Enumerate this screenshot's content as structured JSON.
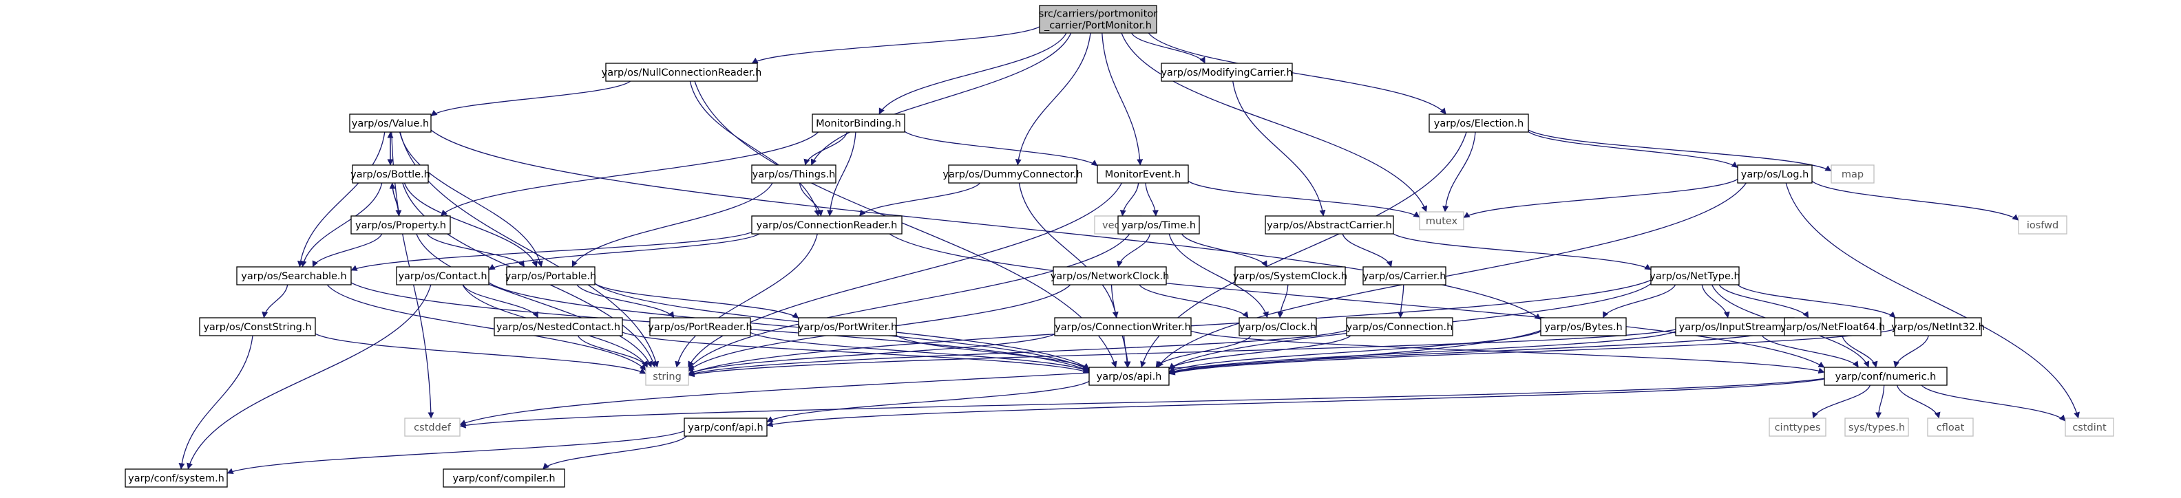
{
  "colors": {
    "edge": "#191970",
    "box_border": "#000000",
    "box_fill": "#ffffff",
    "root_fill": "#bfbfbf",
    "external_border": "#bfbfbf",
    "external_text": "#555555"
  },
  "nodes": [
    {
      "id": "root",
      "lines": [
        "src/carriers/portmonitor",
        "_carrier/PortMonitor.h"
      ],
      "kind": "root"
    },
    {
      "id": "ncr",
      "lines": [
        "yarp/os/NullConnectionReader.h"
      ],
      "kind": "file"
    },
    {
      "id": "mcar",
      "lines": [
        "yarp/os/ModifyingCarrier.h"
      ],
      "kind": "file"
    },
    {
      "id": "value",
      "lines": [
        "yarp/os/Value.h"
      ],
      "kind": "file"
    },
    {
      "id": "mbind",
      "lines": [
        "MonitorBinding.h"
      ],
      "kind": "file"
    },
    {
      "id": "elect",
      "lines": [
        "yarp/os/Election.h"
      ],
      "kind": "file"
    },
    {
      "id": "bottle",
      "lines": [
        "yarp/os/Bottle.h"
      ],
      "kind": "file"
    },
    {
      "id": "things",
      "lines": [
        "yarp/os/Things.h"
      ],
      "kind": "file"
    },
    {
      "id": "dummy",
      "lines": [
        "yarp/os/DummyConnector.h"
      ],
      "kind": "file"
    },
    {
      "id": "mevent",
      "lines": [
        "MonitorEvent.h"
      ],
      "kind": "file"
    },
    {
      "id": "log",
      "lines": [
        "yarp/os/Log.h"
      ],
      "kind": "file"
    },
    {
      "id": "map",
      "lines": [
        "map"
      ],
      "kind": "ext"
    },
    {
      "id": "prop",
      "lines": [
        "yarp/os/Property.h"
      ],
      "kind": "file"
    },
    {
      "id": "cread",
      "lines": [
        "yarp/os/ConnectionReader.h"
      ],
      "kind": "file"
    },
    {
      "id": "vector",
      "lines": [
        "vector"
      ],
      "kind": "ext"
    },
    {
      "id": "mutex",
      "lines": [
        "mutex"
      ],
      "kind": "ext"
    },
    {
      "id": "time",
      "lines": [
        "yarp/os/Time.h"
      ],
      "kind": "file"
    },
    {
      "id": "acar",
      "lines": [
        "yarp/os/AbstractCarrier.h"
      ],
      "kind": "file"
    },
    {
      "id": "iosfwd",
      "lines": [
        "iosfwd"
      ],
      "kind": "ext"
    },
    {
      "id": "search",
      "lines": [
        "yarp/os/Searchable.h"
      ],
      "kind": "file"
    },
    {
      "id": "contact",
      "lines": [
        "yarp/os/Contact.h"
      ],
      "kind": "file"
    },
    {
      "id": "portable",
      "lines": [
        "yarp/os/Portable.h"
      ],
      "kind": "file"
    },
    {
      "id": "nclock",
      "lines": [
        "yarp/os/NetworkClock.h"
      ],
      "kind": "file"
    },
    {
      "id": "sclock",
      "lines": [
        "yarp/os/SystemClock.h"
      ],
      "kind": "file"
    },
    {
      "id": "carrier",
      "lines": [
        "yarp/os/Carrier.h"
      ],
      "kind": "file"
    },
    {
      "id": "nettype",
      "lines": [
        "yarp/os/NetType.h"
      ],
      "kind": "file"
    },
    {
      "id": "cstr",
      "lines": [
        "yarp/os/ConstString.h"
      ],
      "kind": "file"
    },
    {
      "id": "ncont",
      "lines": [
        "yarp/os/NestedContact.h"
      ],
      "kind": "file"
    },
    {
      "id": "preader",
      "lines": [
        "yarp/os/PortReader.h"
      ],
      "kind": "file"
    },
    {
      "id": "pwriter",
      "lines": [
        "yarp/os/PortWriter.h"
      ],
      "kind": "file"
    },
    {
      "id": "cwriter",
      "lines": [
        "yarp/os/ConnectionWriter.h"
      ],
      "kind": "file"
    },
    {
      "id": "clock",
      "lines": [
        "yarp/os/Clock.h"
      ],
      "kind": "file"
    },
    {
      "id": "conn",
      "lines": [
        "yarp/os/Connection.h"
      ],
      "kind": "file"
    },
    {
      "id": "bytes",
      "lines": [
        "yarp/os/Bytes.h"
      ],
      "kind": "file"
    },
    {
      "id": "istream",
      "lines": [
        "yarp/os/InputStream.h"
      ],
      "kind": "file"
    },
    {
      "id": "nf64",
      "lines": [
        "yarp/os/NetFloat64.h"
      ],
      "kind": "file"
    },
    {
      "id": "ni32",
      "lines": [
        "yarp/os/NetInt32.h"
      ],
      "kind": "file"
    },
    {
      "id": "string",
      "lines": [
        "string"
      ],
      "kind": "ext"
    },
    {
      "id": "api",
      "lines": [
        "yarp/os/api.h"
      ],
      "kind": "file"
    },
    {
      "id": "numeric",
      "lines": [
        "yarp/conf/numeric.h"
      ],
      "kind": "file"
    },
    {
      "id": "cstddef",
      "lines": [
        "cstddef"
      ],
      "kind": "ext"
    },
    {
      "id": "cinttypes",
      "lines": [
        "cinttypes"
      ],
      "kind": "ext"
    },
    {
      "id": "systypes",
      "lines": [
        "sys/types.h"
      ],
      "kind": "ext"
    },
    {
      "id": "cfloat",
      "lines": [
        "cfloat"
      ],
      "kind": "ext"
    },
    {
      "id": "cstdint",
      "lines": [
        "cstdint"
      ],
      "kind": "ext"
    },
    {
      "id": "confapi",
      "lines": [
        "yarp/conf/api.h"
      ],
      "kind": "file"
    },
    {
      "id": "system",
      "lines": [
        "yarp/conf/system.h"
      ],
      "kind": "file"
    },
    {
      "id": "compiler",
      "lines": [
        "yarp/conf/compiler.h"
      ],
      "kind": "file"
    }
  ],
  "edges": [
    [
      "root",
      "ncr"
    ],
    [
      "root",
      "mcar"
    ],
    [
      "root",
      "things"
    ],
    [
      "root",
      "mbind"
    ],
    [
      "root",
      "dummy"
    ],
    [
      "root",
      "mevent"
    ],
    [
      "root",
      "mutex"
    ],
    [
      "root",
      "elect"
    ],
    [
      "ncr",
      "value"
    ],
    [
      "ncr",
      "cread"
    ],
    [
      "ncr",
      "api"
    ],
    [
      "mcar",
      "acar"
    ],
    [
      "value",
      "bottle"
    ],
    [
      "value",
      "search"
    ],
    [
      "value",
      "portable"
    ],
    [
      "value",
      "bytes"
    ],
    [
      "value",
      "string"
    ],
    [
      "value",
      "cstddef"
    ],
    [
      "bottle",
      "value"
    ],
    [
      "bottle",
      "prop"
    ],
    [
      "bottle",
      "search"
    ],
    [
      "bottle",
      "portable"
    ],
    [
      "bottle",
      "string"
    ],
    [
      "prop",
      "bottle"
    ],
    [
      "prop",
      "search"
    ],
    [
      "prop",
      "portable"
    ],
    [
      "prop",
      "string"
    ],
    [
      "mbind",
      "things"
    ],
    [
      "mbind",
      "cread"
    ],
    [
      "mbind",
      "mevent"
    ],
    [
      "mbind",
      "prop"
    ],
    [
      "things",
      "cread"
    ],
    [
      "things",
      "portable"
    ],
    [
      "dummy",
      "cread"
    ],
    [
      "dummy",
      "cwriter"
    ],
    [
      "mevent",
      "vector"
    ],
    [
      "mevent",
      "mutex"
    ],
    [
      "mevent",
      "time"
    ],
    [
      "mevent",
      "string"
    ],
    [
      "elect",
      "log"
    ],
    [
      "elect",
      "map"
    ],
    [
      "elect",
      "mutex"
    ],
    [
      "elect",
      "api"
    ],
    [
      "log",
      "mutex"
    ],
    [
      "log",
      "iosfwd"
    ],
    [
      "log",
      "cstdint"
    ],
    [
      "log",
      "api"
    ],
    [
      "cread",
      "contact"
    ],
    [
      "cread",
      "search"
    ],
    [
      "cread",
      "string"
    ],
    [
      "cread",
      "numeric"
    ],
    [
      "time",
      "nclock"
    ],
    [
      "time",
      "sclock"
    ],
    [
      "time",
      "clock"
    ],
    [
      "time",
      "string"
    ],
    [
      "acar",
      "carrier"
    ],
    [
      "acar",
      "nettype"
    ],
    [
      "search",
      "cstr"
    ],
    [
      "search",
      "string"
    ],
    [
      "search",
      "api"
    ],
    [
      "contact",
      "ncont"
    ],
    [
      "contact",
      "string"
    ],
    [
      "contact",
      "system"
    ],
    [
      "contact",
      "api"
    ],
    [
      "portable",
      "preader"
    ],
    [
      "portable",
      "pwriter"
    ],
    [
      "portable",
      "api"
    ],
    [
      "nclock",
      "clock"
    ],
    [
      "nclock",
      "string"
    ],
    [
      "nclock",
      "api"
    ],
    [
      "sclock",
      "clock"
    ],
    [
      "carrier",
      "conn"
    ],
    [
      "nettype",
      "bytes"
    ],
    [
      "nettype",
      "istream"
    ],
    [
      "nettype",
      "nf64"
    ],
    [
      "nettype",
      "ni32"
    ],
    [
      "nettype",
      "numeric"
    ],
    [
      "nettype",
      "string"
    ],
    [
      "nettype",
      "api"
    ],
    [
      "cstr",
      "string"
    ],
    [
      "cstr",
      "system"
    ],
    [
      "ncont",
      "string"
    ],
    [
      "ncont",
      "api"
    ],
    [
      "preader",
      "api"
    ],
    [
      "pwriter",
      "api"
    ],
    [
      "cwriter",
      "numeric"
    ],
    [
      "cwriter",
      "string"
    ],
    [
      "cwriter",
      "api"
    ],
    [
      "clock",
      "api"
    ],
    [
      "conn",
      "string"
    ],
    [
      "conn",
      "api"
    ],
    [
      "bytes",
      "cstddef"
    ],
    [
      "bytes",
      "api"
    ],
    [
      "istream",
      "numeric"
    ],
    [
      "istream",
      "string"
    ],
    [
      "istream",
      "api"
    ],
    [
      "nf64",
      "numeric"
    ],
    [
      "nf64",
      "api"
    ],
    [
      "ni32",
      "numeric"
    ],
    [
      "ni32",
      "api"
    ],
    [
      "api",
      "confapi"
    ],
    [
      "numeric",
      "cinttypes"
    ],
    [
      "numeric",
      "systypes"
    ],
    [
      "numeric",
      "cfloat"
    ],
    [
      "numeric",
      "cstdint"
    ],
    [
      "numeric",
      "cstddef"
    ],
    [
      "numeric",
      "confapi"
    ],
    [
      "confapi",
      "system"
    ],
    [
      "confapi",
      "compiler"
    ]
  ]
}
